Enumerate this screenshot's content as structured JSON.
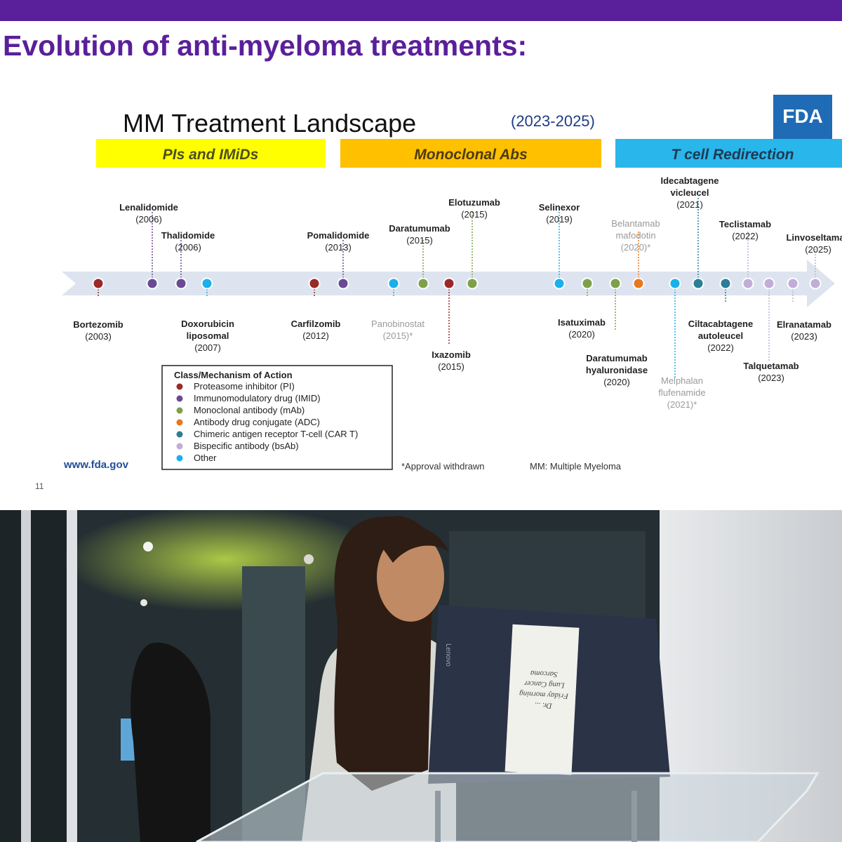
{
  "slide": {
    "heading": "Evolution of anti-myeloma treatments:",
    "page_number": "11"
  },
  "landscape": {
    "title": "MM Treatment Landscape",
    "years": "(2023-2025)",
    "logo": "FDA",
    "site": "www.fda.gov",
    "footnote_withdrawn": "*Approval withdrawn",
    "footnote_mm": "MM: Multiple Myeloma",
    "colors": {
      "bar_pis": "#ffff00",
      "bar_mabs": "#ffc000",
      "bar_tcell": "#29b6ea",
      "timeline_arrow": "#dde4ef",
      "logo_bg": "#1f6bb5"
    },
    "category_bars": [
      {
        "label": "PIs and IMiDs"
      },
      {
        "label": "Monoclonal Abs"
      },
      {
        "label": "T cell Redirection"
      }
    ],
    "legend": {
      "title": "Class/Mechanism of Action",
      "items": [
        {
          "key": "pi",
          "label": "Proteasome inhibitor (PI)",
          "color": "#9a2a28"
        },
        {
          "key": "imid",
          "label": "Immunomodulatory drug (IMID)",
          "color": "#6a4a94"
        },
        {
          "key": "mab",
          "label": "Monoclonal antibody (mAb)",
          "color": "#7fa04a"
        },
        {
          "key": "adc",
          "label": "Antibody drug conjugate (ADC)",
          "color": "#e9781d"
        },
        {
          "key": "cart",
          "label": "Chimeric antigen receptor T-cell (CAR T)",
          "color": "#2a7f96"
        },
        {
          "key": "bsab",
          "label": "Bispecific antibody (bsAb)",
          "color": "#c0aed8"
        },
        {
          "key": "other",
          "label": "Other",
          "color": "#1bb0ea"
        }
      ]
    },
    "events": [
      {
        "name": "Bortezomib",
        "year": "(2003)",
        "class": "pi",
        "withdrawn": false
      },
      {
        "name": "Lenalidomide",
        "year": "(2006)",
        "class": "imid",
        "withdrawn": false
      },
      {
        "name": "Thalidomide",
        "year": "(2006)",
        "class": "imid",
        "withdrawn": false
      },
      {
        "name": "Doxorubicin liposomal",
        "year": "(2007)",
        "class": "other",
        "withdrawn": false
      },
      {
        "name": "Carfilzomib",
        "year": "(2012)",
        "class": "pi",
        "withdrawn": false
      },
      {
        "name": "Pomalidomide",
        "year": "(2013)",
        "class": "imid",
        "withdrawn": false
      },
      {
        "name": "Panobinostat",
        "year": "(2015)*",
        "class": "other",
        "withdrawn": true
      },
      {
        "name": "Daratumumab",
        "year": "(2015)",
        "class": "mab",
        "withdrawn": false
      },
      {
        "name": "Ixazomib",
        "year": "(2015)",
        "class": "pi",
        "withdrawn": false
      },
      {
        "name": "Elotuzumab",
        "year": "(2015)",
        "class": "mab",
        "withdrawn": false
      },
      {
        "name": "Selinexor",
        "year": "(2019)",
        "class": "other",
        "withdrawn": false
      },
      {
        "name": "Isatuximab",
        "year": "(2020)",
        "class": "mab",
        "withdrawn": false
      },
      {
        "name": "Daratumumab hyaluronidase",
        "year": "(2020)",
        "class": "mab",
        "withdrawn": false
      },
      {
        "name": "Belantamab mafodotin",
        "year": "(2020)*",
        "class": "adc",
        "withdrawn": true
      },
      {
        "name": "Melphalan flufenamide",
        "year": "(2021)*",
        "class": "other",
        "withdrawn": true
      },
      {
        "name": "Idecabtagene vicleucel",
        "year": "(2021)",
        "class": "cart",
        "withdrawn": false
      },
      {
        "name": "Ciltacabtagene autoleucel",
        "year": "(2022)",
        "class": "cart",
        "withdrawn": false
      },
      {
        "name": "Teclistamab",
        "year": "(2022)",
        "class": "bsab",
        "withdrawn": false
      },
      {
        "name": "Talquetamab",
        "year": "(2023)",
        "class": "bsab",
        "withdrawn": false
      },
      {
        "name": "Elranatamab",
        "year": "(2023)",
        "class": "bsab",
        "withdrawn": false
      },
      {
        "name": "Linvoseltamab",
        "year": "(2025)",
        "class": "bsab",
        "withdrawn": false
      }
    ]
  },
  "photo": {
    "note_lines": [
      "Dr. ...",
      "Friday morning",
      "Lung Cancer",
      "Sarcoma"
    ],
    "laptop_brand": "Lenovo"
  }
}
